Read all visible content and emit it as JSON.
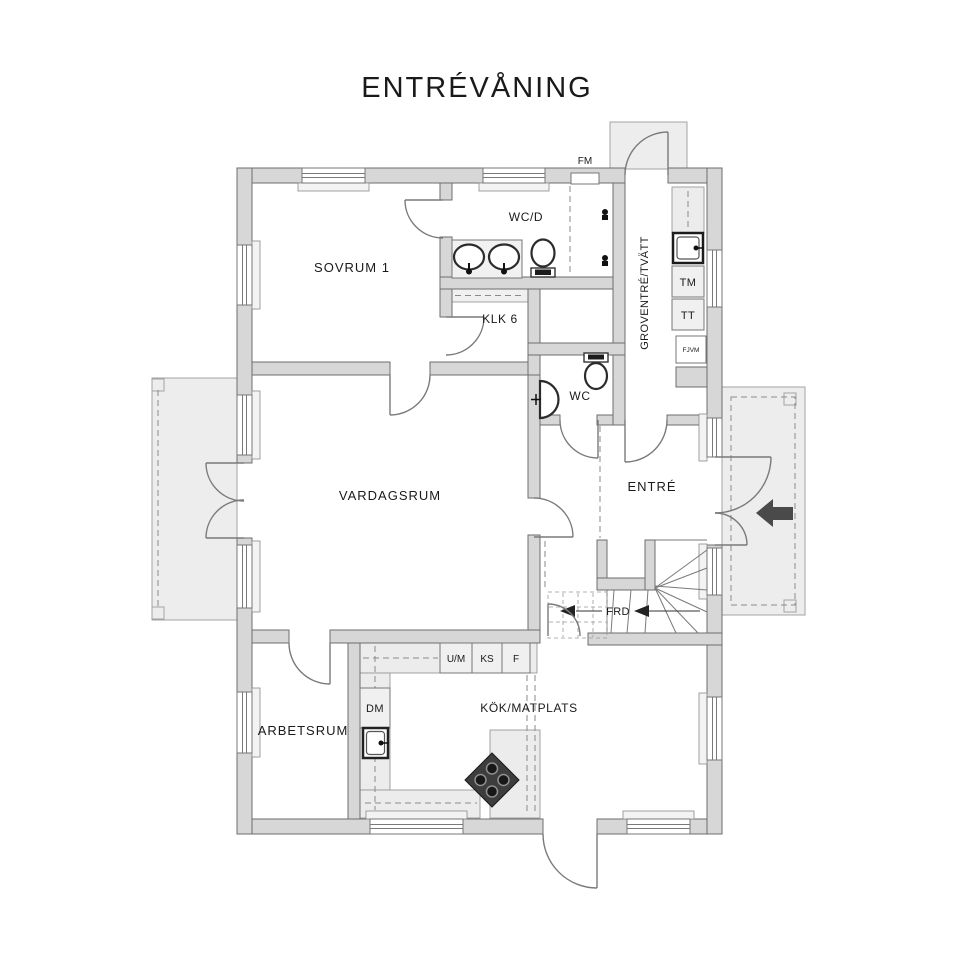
{
  "title": "ENTRÉVÅNING",
  "rooms": {
    "sovrum1": "SOVRUM 1",
    "wcd": "WC/D",
    "klk": "KLK 6",
    "groventre": "GROVENTRÉ/TVÄTT",
    "wc": "WC",
    "vardagsrum": "VARDAGSRUM",
    "entre": "ENTRÉ",
    "frd": "FRD",
    "arbetsrum": "ARBETSRUM",
    "kok": "KÖK/MATPLATS"
  },
  "labels": {
    "fm": "FM",
    "tm": "TM",
    "tt": "TT",
    "fjvm": "FJVM",
    "um": "U/M",
    "ks": "KS",
    "f": "F",
    "dm": "DM"
  },
  "colors": {
    "wall_fill": "#d7d7d7",
    "porch_fill": "#ededed",
    "counter_fill": "#ececec",
    "stove_fill": "#3d3d3d",
    "arrow": "#4a4a4a",
    "text": "#1a1a1a"
  }
}
